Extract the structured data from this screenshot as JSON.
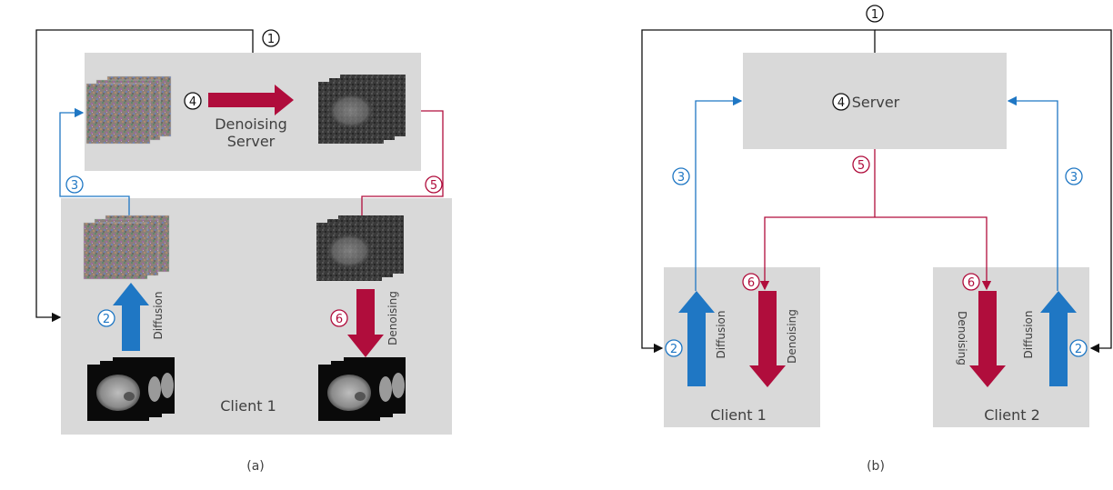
{
  "colors": {
    "box": "#d9d9d9",
    "blue": "#1f77c4",
    "red": "#b00d3c",
    "black": "#111111",
    "text": "#404040"
  },
  "icons": [
    "noise-stack-icon",
    "noisy-brain-stack-icon",
    "brain-mri-stack-icon"
  ],
  "diagram_a": {
    "caption": "(a)",
    "server_label_line1": "Denoising",
    "server_label_line2": "Server",
    "client_label": "Client 1",
    "diffusion_label": "Diffusion",
    "denoising_label": "Denoising",
    "steps": {
      "s1": "1",
      "s2": "2",
      "s3": "3",
      "s4": "4",
      "s5": "5",
      "s6": "6"
    }
  },
  "diagram_b": {
    "caption": "(b)",
    "server_label": "Server",
    "client1_label": "Client 1",
    "client2_label": "Client 2",
    "diffusion_label": "Diffusion",
    "denoising_label": "Denoising",
    "steps": {
      "s1": "1",
      "s2": "2",
      "s3": "3",
      "s4": "4",
      "s5": "5",
      "s6": "6"
    }
  }
}
